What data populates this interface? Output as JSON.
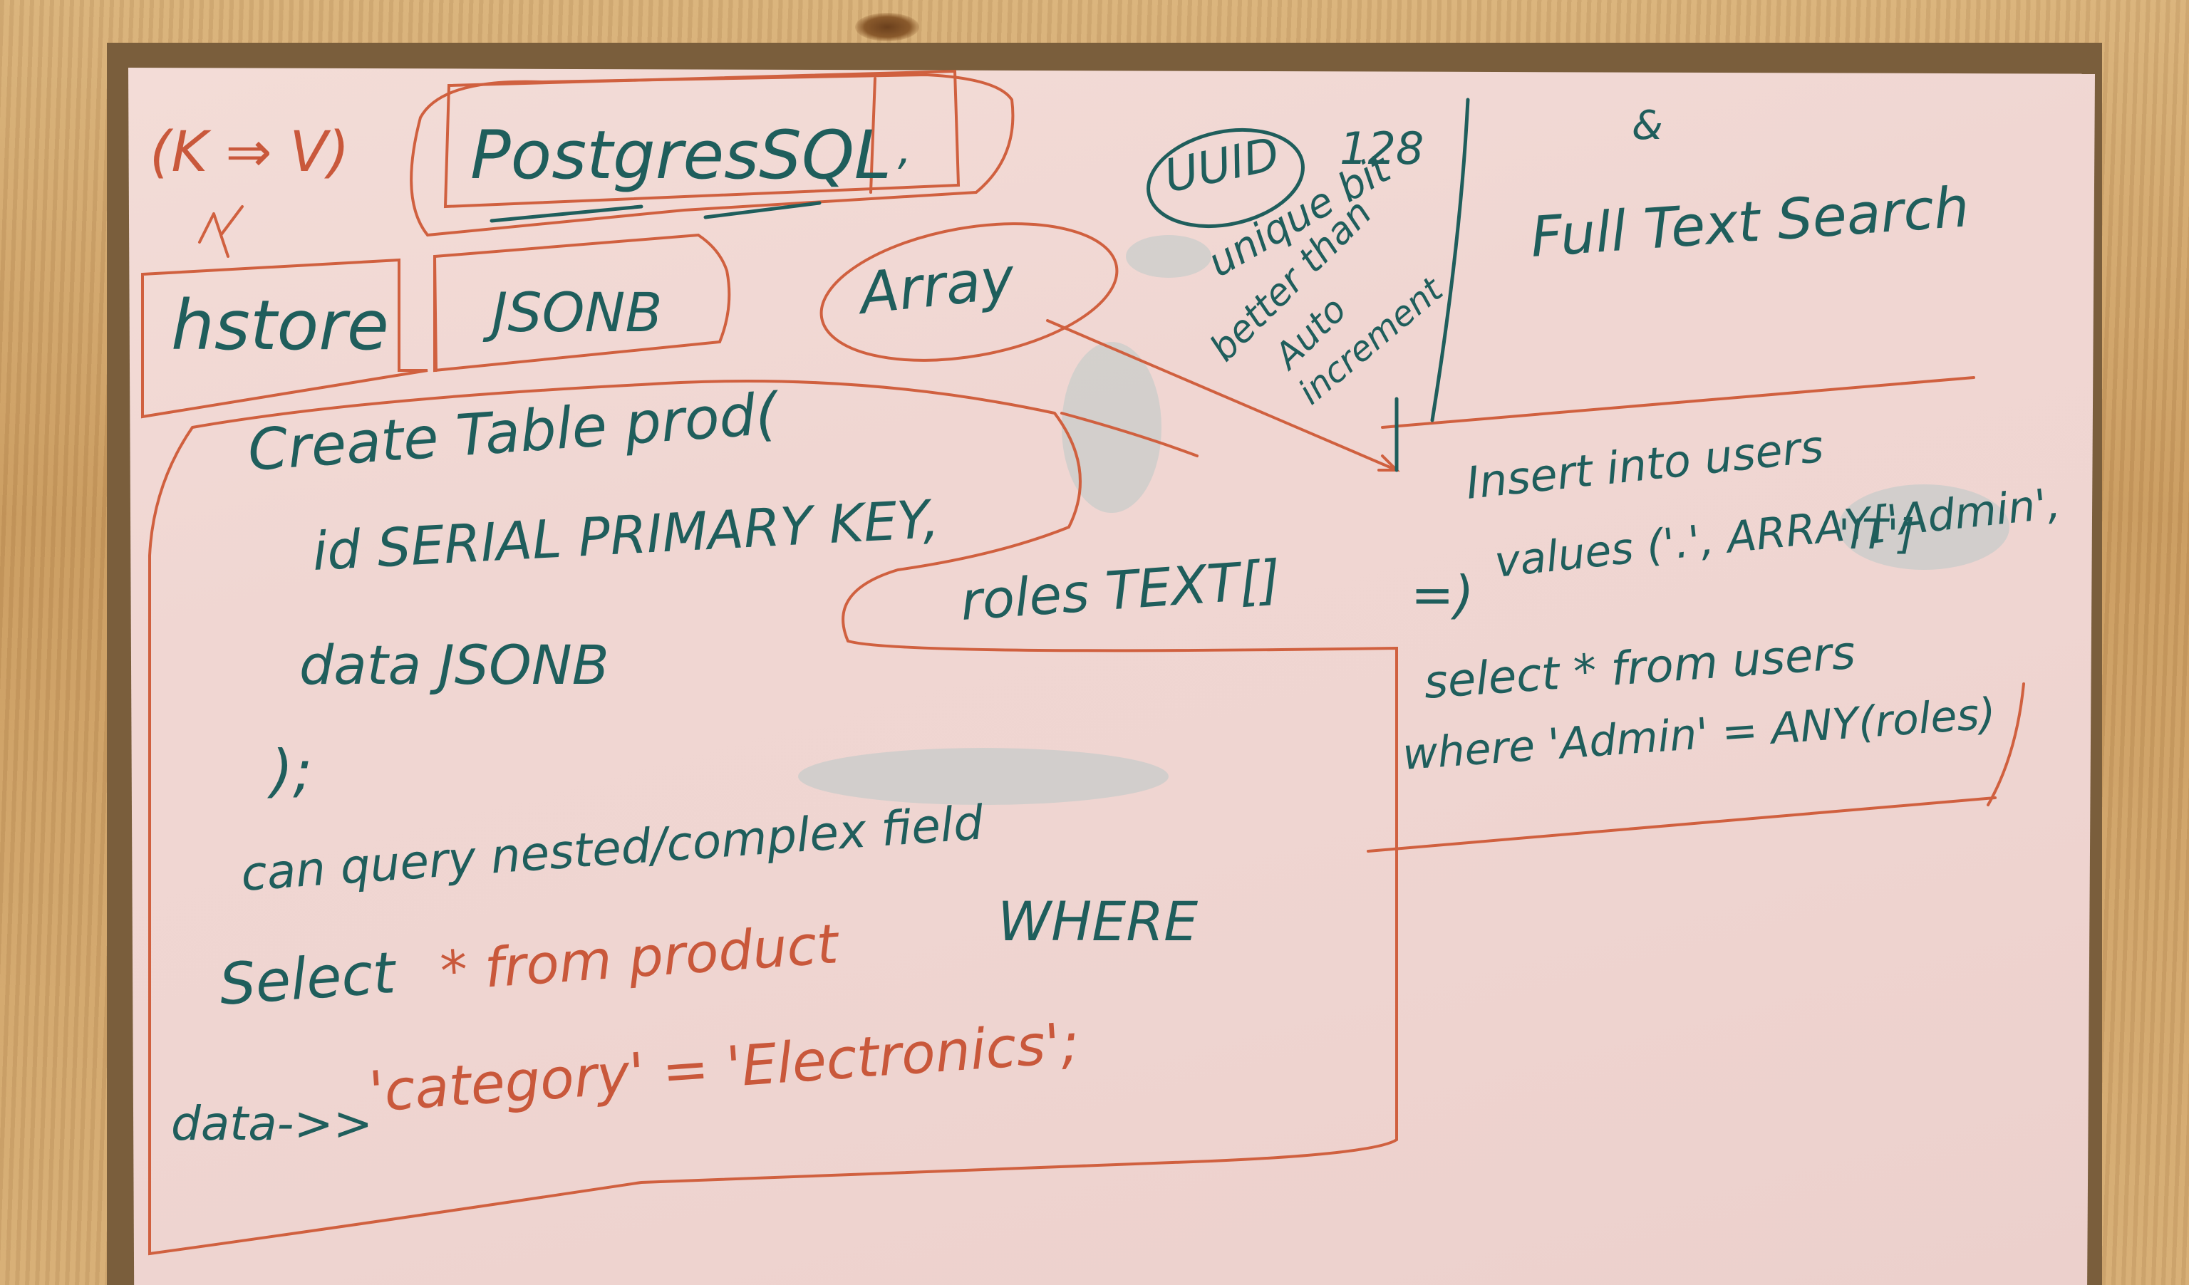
{
  "board": {
    "header": {
      "kv_note": "(K ⇒ V)",
      "title": "PostgresSQL",
      "title_side": ","
    },
    "features": {
      "hstore": "hstore",
      "jsonb": "JSONB",
      "array": "Array"
    },
    "uuid": {
      "label": "UUID",
      "bits": "128",
      "line1": "unique bit",
      "line2": "better than",
      "line3": "Auto",
      "line4": "increment"
    },
    "fts": {
      "ampersand": "&",
      "label": "Full Text Search"
    },
    "create_table": {
      "line1": "Create Table prod(",
      "line2": "id SERIAL PRIMARY KEY,",
      "line3": "data JSONB",
      "line4": ");"
    },
    "array_example": {
      "roles": "roles TEXT[]",
      "arrow": "=)",
      "insert1": "Insert into users",
      "insert2": "values ('.', ARRAY['Admin',",
      "insert3": "'IT']",
      "select1": "select * from users",
      "select2": "where 'Admin' = ANY(roles)"
    },
    "query_note": {
      "line1": "can query nested/complex field",
      "line2_part1": "Select",
      "line2_part2": "* from product",
      "line2_part3": "WHERE",
      "line3_part1": "data->>",
      "line3_part2": "'category' = 'Electronics';"
    }
  },
  "colors": {
    "green_marker": "#1f5e5c",
    "red_marker": "#c9583b",
    "board": "#f0d6d2",
    "wood": "#d6ad74"
  }
}
